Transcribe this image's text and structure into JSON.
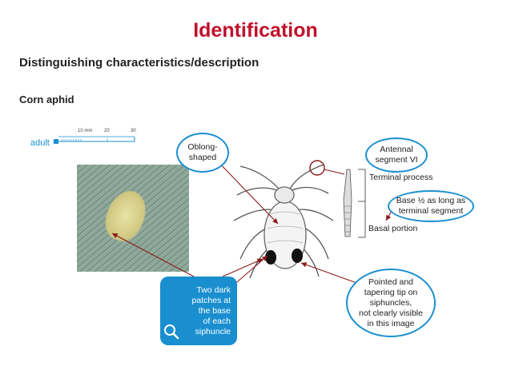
{
  "title": "Identification",
  "subtitle": "Distinguishing characteristics/description",
  "species": "Corn aphid",
  "scale": {
    "label": "adult",
    "ticks": [
      "10 mm",
      "20",
      "30"
    ]
  },
  "callouts": {
    "oblong": "Oblong-\nshaped",
    "antennal": "Antennal\nsegment VI",
    "base_half": "Base ½ as long as\nterminal segment",
    "pointed": "Pointed and\ntapering tip on\nsiphuncles,\nnot clearly visible\nin this image"
  },
  "labels": {
    "terminal_process": "Terminal process",
    "basal_portion": "Basal portion"
  },
  "bluebox": "Two dark\npatches at\nthe base\nof each\nsiphuncle",
  "colors": {
    "title": "#c0102a",
    "accent": "#1a8fd0",
    "arrow": "#8b1a1a"
  },
  "icons": [
    "magnifier-icon"
  ]
}
